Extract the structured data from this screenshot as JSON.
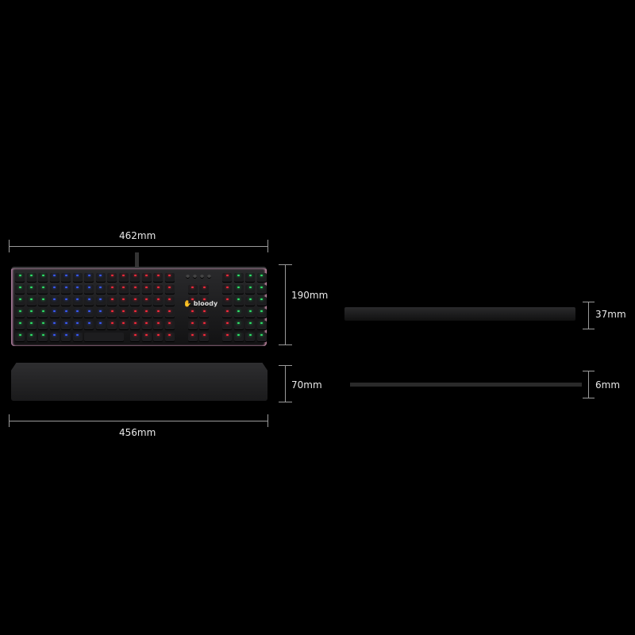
{
  "dimensions": {
    "keyboard_width": "462mm",
    "keyboard_depth": "190mm",
    "wrist_rest_depth": "70mm",
    "wrist_rest_width": "456mm",
    "keyboard_height": "37mm",
    "wrist_rest_height": "6mm"
  },
  "logo": "bloody",
  "colors": {
    "background": "#000000",
    "line": "#9a9a9a",
    "led_green": "#2ee86a",
    "led_blue": "#3a5cff",
    "led_red": "#ff2a3c",
    "led_orange": "#ff9a2a"
  }
}
